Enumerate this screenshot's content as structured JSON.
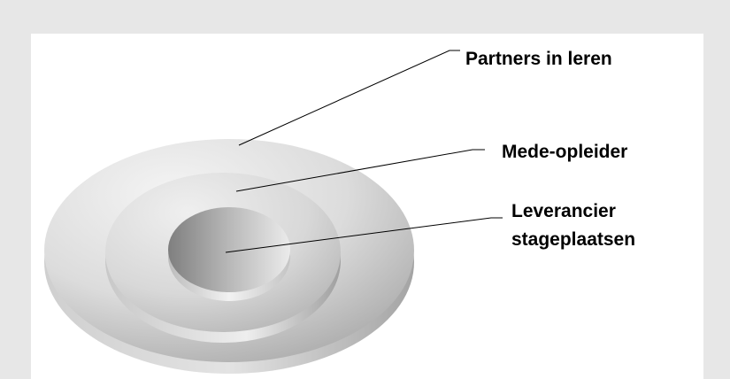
{
  "diagram": {
    "rings": [
      {
        "label": "Partners in leren",
        "lines": [
          "Partners in leren"
        ]
      },
      {
        "label": "Mede-opleider",
        "lines": [
          "Mede-opleider"
        ]
      },
      {
        "label": "Leverancier stageplaatsen",
        "lines": [
          "Leverancier",
          "stageplaatsen"
        ]
      }
    ]
  }
}
